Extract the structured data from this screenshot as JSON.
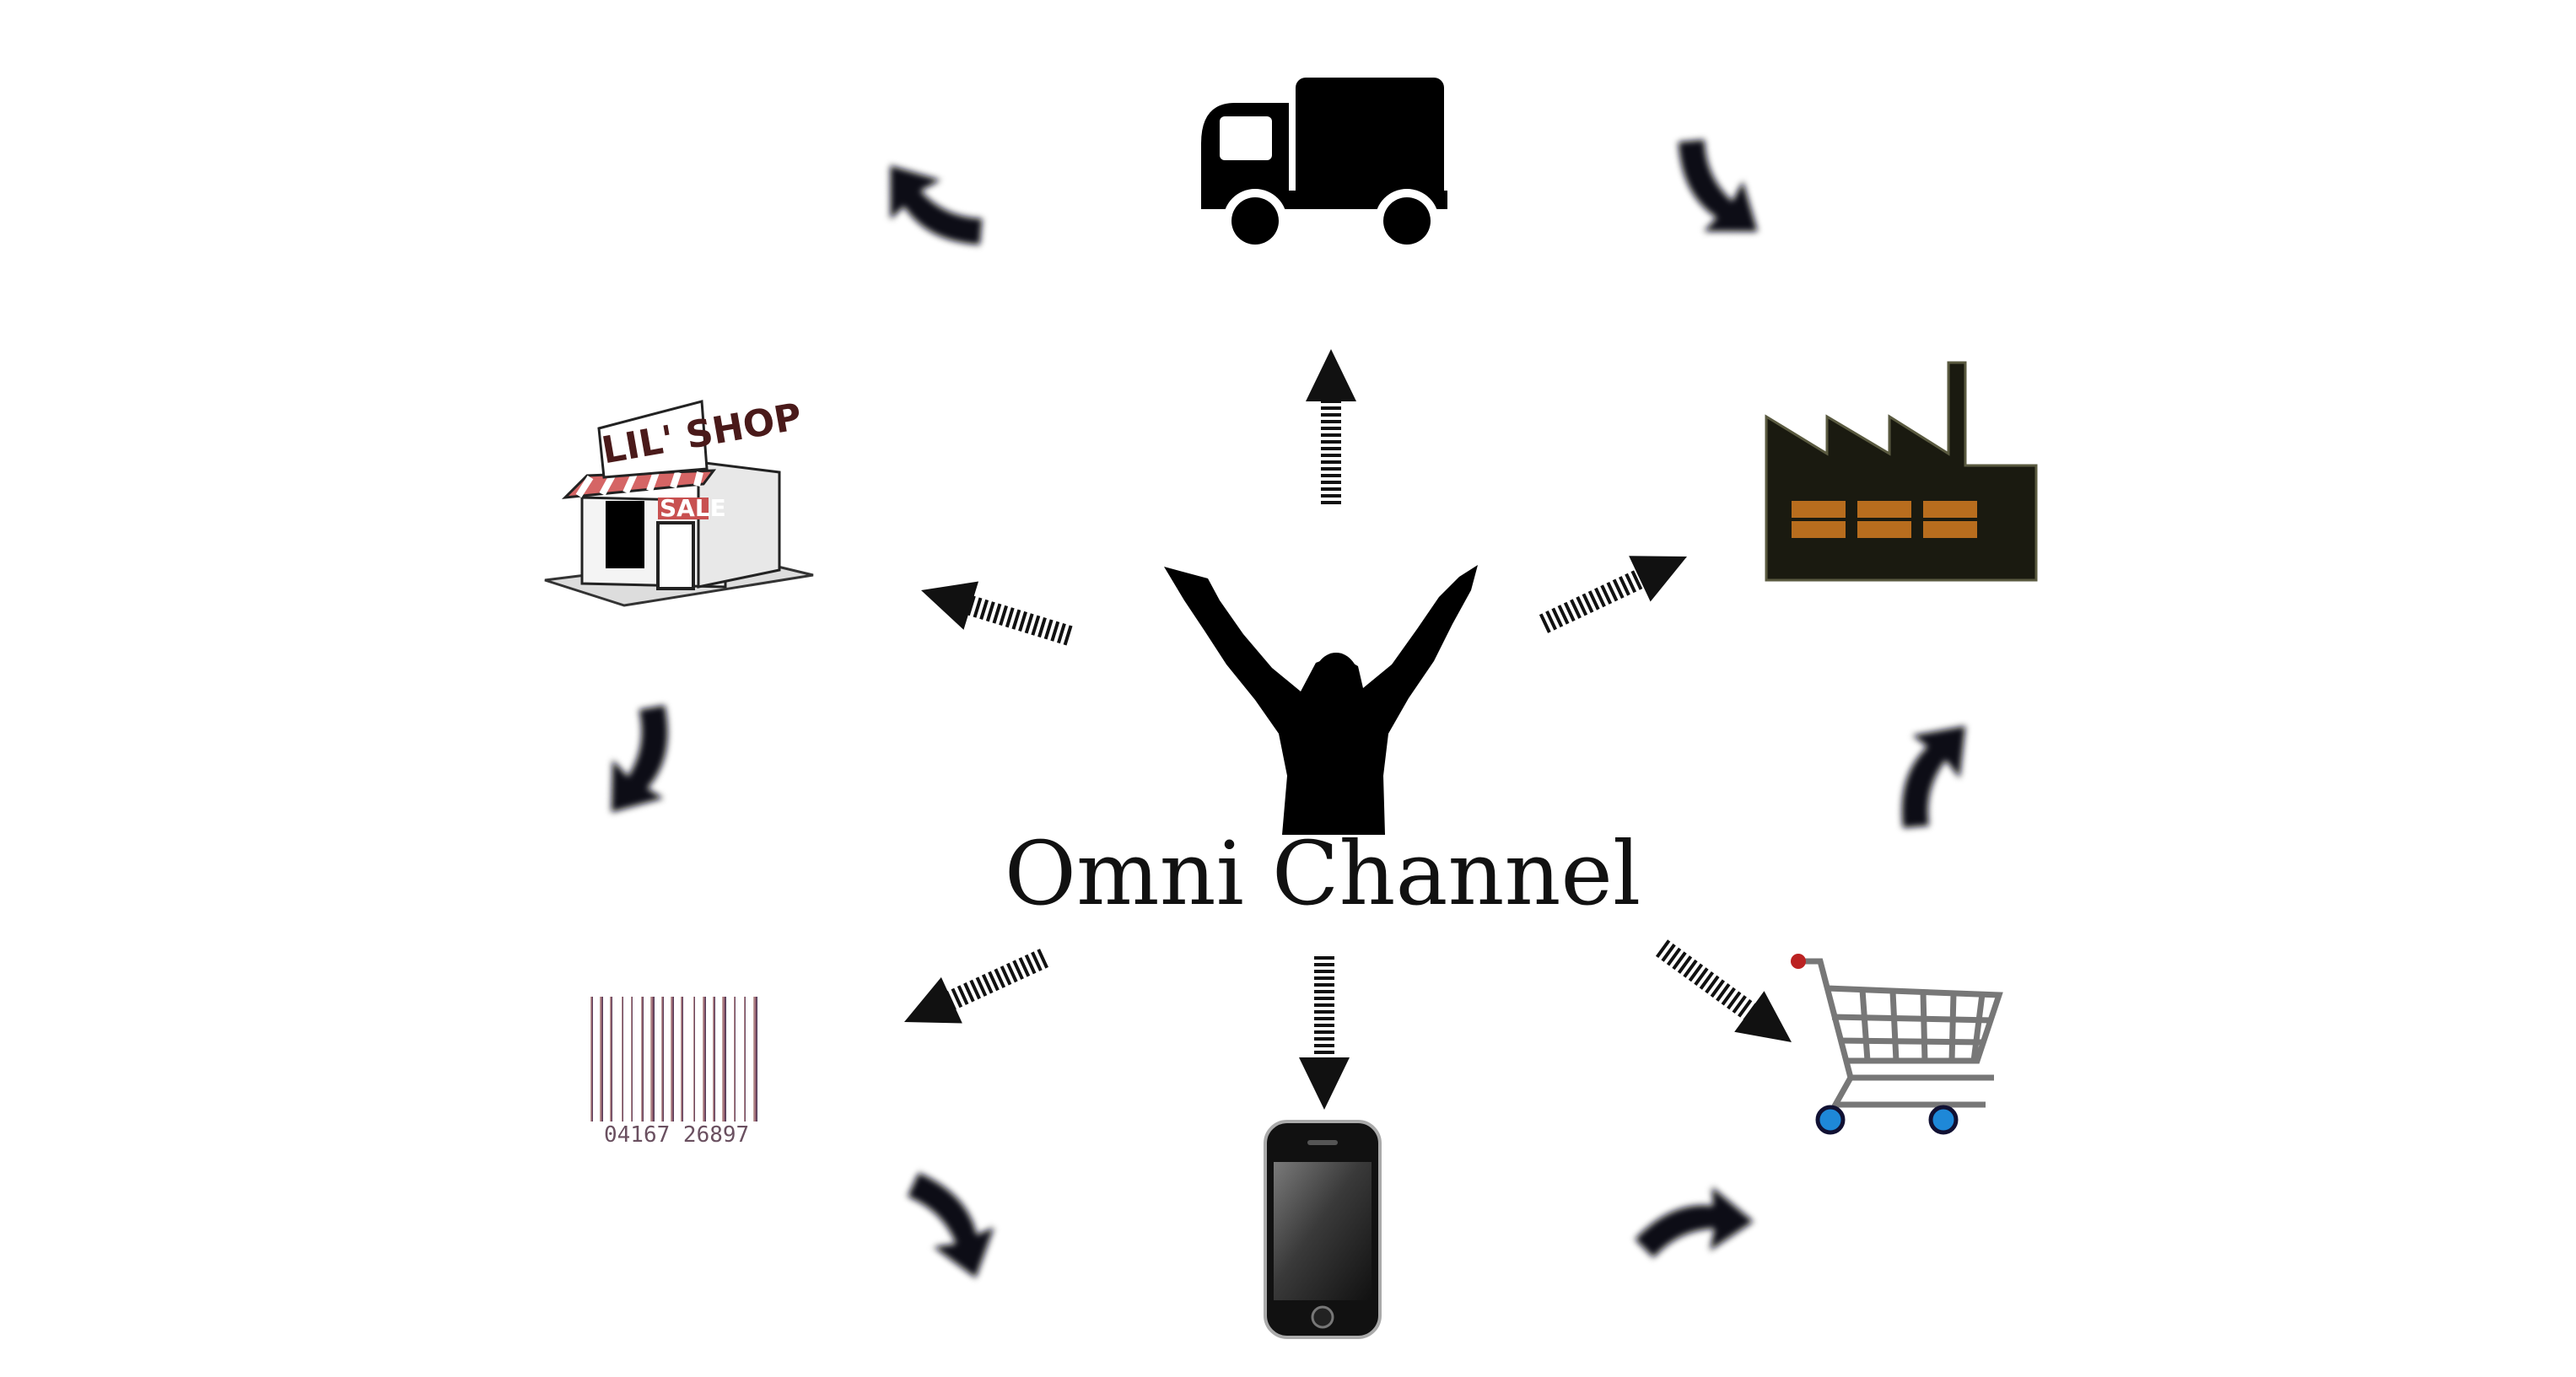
{
  "diagram": {
    "title": "Omni Channel",
    "center_icon": "person-raised-arms-silhouette-icon",
    "nodes": [
      {
        "name": "delivery-truck-icon"
      },
      {
        "name": "factory-icon"
      },
      {
        "name": "shopping-cart-icon"
      },
      {
        "name": "smartphone-icon"
      },
      {
        "name": "barcode-icon"
      },
      {
        "name": "retail-shop-icon"
      }
    ],
    "shop_sign": "LIL' SHOP",
    "shop_awning_text": "SALE",
    "barcode_numbers": "04167 26897",
    "colors": {
      "arrow": "#0d0d18",
      "text": "#111111",
      "factory_windows": "#b86d1e",
      "cart_wheels": "#1e88d8",
      "cart_frame": "#777777",
      "shop_awning": "#d56565"
    }
  }
}
